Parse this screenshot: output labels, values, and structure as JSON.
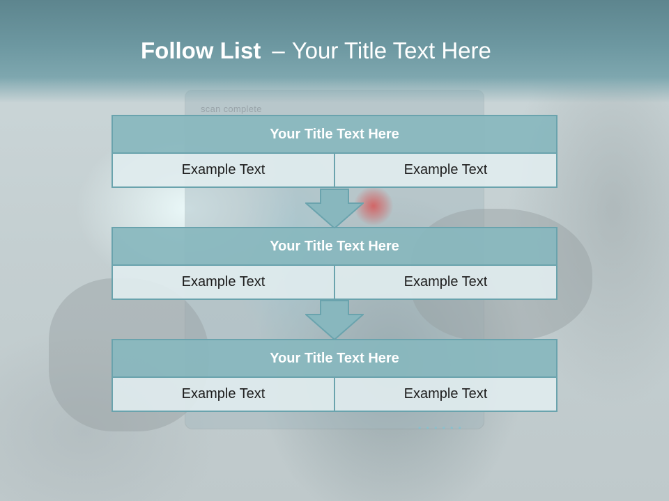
{
  "slide": {
    "title_bold": "Follow List",
    "title_dash": "–",
    "title_rest": "Your Title Text Here",
    "background_caption": "scan complete",
    "background_dots": "• • • • • •"
  },
  "blocks": [
    {
      "title": "Your Title Text Here",
      "left": "Example Text",
      "right": "Example Text"
    },
    {
      "title": "Your Title Text Here",
      "left": "Example Text",
      "right": "Example Text"
    },
    {
      "title": "Your Title Text Here",
      "left": "Example Text",
      "right": "Example Text"
    }
  ],
  "colors": {
    "header_fill": "#88b7be",
    "border": "#6aa3ad",
    "cell_fill": "#e0ebee",
    "title_band": "#6d98a1"
  }
}
